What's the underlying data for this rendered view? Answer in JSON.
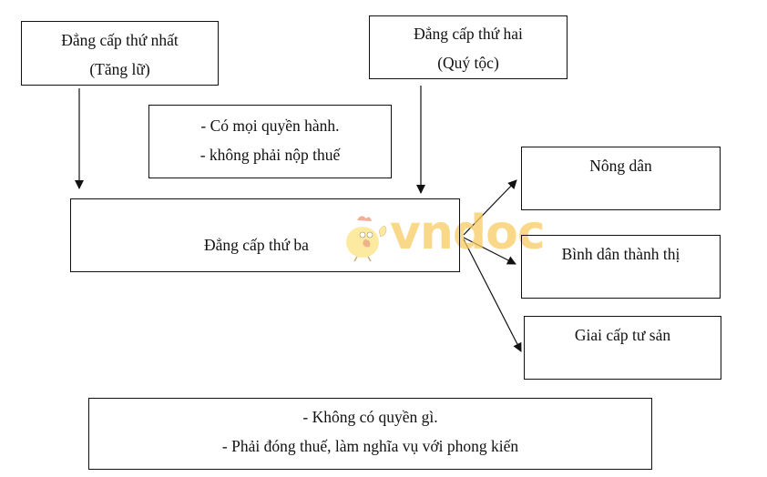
{
  "diagram": {
    "caste1": {
      "title": "Đẳng cấp thứ nhất",
      "subtitle": "(Tăng lữ)"
    },
    "caste2": {
      "title": "Đẳng cấp thứ hai",
      "subtitle": "(Quý tộc)"
    },
    "privileges": {
      "lines": [
        "- Có mọi quyền hành.",
        "- không phải nộp thuế"
      ]
    },
    "caste3": {
      "title": "Đẳng cấp thứ ba"
    },
    "subgroups": [
      {
        "label": "Nông dân"
      },
      {
        "label": "Bình dân thành thị"
      },
      {
        "label": "Giai cấp tư sản"
      }
    ],
    "obligations": {
      "lines": [
        "- Không có quyền gì.",
        "- Phải đóng thuế, làm nghĩa vụ với phong kiến"
      ]
    },
    "watermark": {
      "text": "vndoc",
      "color": "#f9cb63"
    },
    "colors": {
      "line": "#111111",
      "background": "#ffffff"
    }
  }
}
